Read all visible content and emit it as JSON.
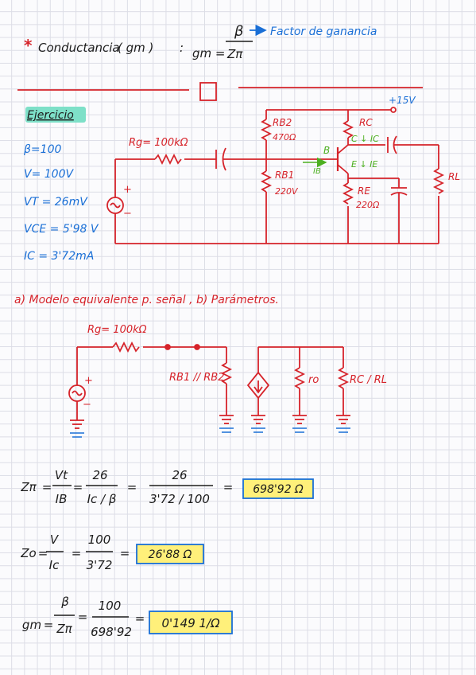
{
  "header": {
    "asterisk": "*",
    "title": "Conductancia",
    "gm_symbol": "( gm )",
    "colon": ":",
    "gm_lhs": "gm =",
    "beta": "β",
    "zpi": "Zπ",
    "arrow_note": "Factor de ganancia"
  },
  "ejercicio": {
    "title": "Ejercicio",
    "givens": [
      "β=100",
      "V= 100V",
      "VT = 26mV",
      "VCE = 5'98 V",
      "IC = 3'72mA"
    ]
  },
  "circuit1": {
    "vcc": "+15V",
    "rg": "Rg= 100kΩ",
    "rb2": "RB2",
    "rb2_val": "470Ω",
    "rb1": "RB1",
    "rb1_val": "220V",
    "rc": "RC",
    "ic": "C ↓ IC",
    "b_node": "B",
    "ib": "IB",
    "ie": "E ↓ IE",
    "re": "RE",
    "re_val": "220Ω",
    "rl": "RL",
    "plus": "+",
    "minus": "−"
  },
  "section_a": "a) Modelo equivalente p. señal , b) Parámetros.",
  "circuit2": {
    "rg": "Rg= 100kΩ",
    "rb_par": "RB1 // RB2",
    "ro": "ro",
    "rc_rl": "RC / RL",
    "plus": "+",
    "minus": "−"
  },
  "equations": {
    "zpi": {
      "lhs": "Zπ",
      "f1_num": "Vt",
      "f1_den": "IB",
      "f2_num": "26",
      "f2_den": "Ic / β",
      "f3_num": "26",
      "f3_den": "3'72 / 100",
      "result": "698'92 Ω"
    },
    "zo": {
      "lhs": "Zo",
      "f1_num": "V",
      "f1_den": "Ic",
      "f2_num": "100",
      "f2_den": "3'72",
      "result": "26'88 Ω"
    },
    "gm": {
      "lhs": "gm",
      "f1_num": "β",
      "f1_den": "Zπ",
      "f2_num": "100",
      "f2_den": "698'92",
      "result": "0'149 1/Ω"
    }
  },
  "colors": {
    "black": "#1c1c1c",
    "red": "#d6232a",
    "blue": "#1a6fd6",
    "green": "#4caf20",
    "highlight": "#fff07a"
  }
}
